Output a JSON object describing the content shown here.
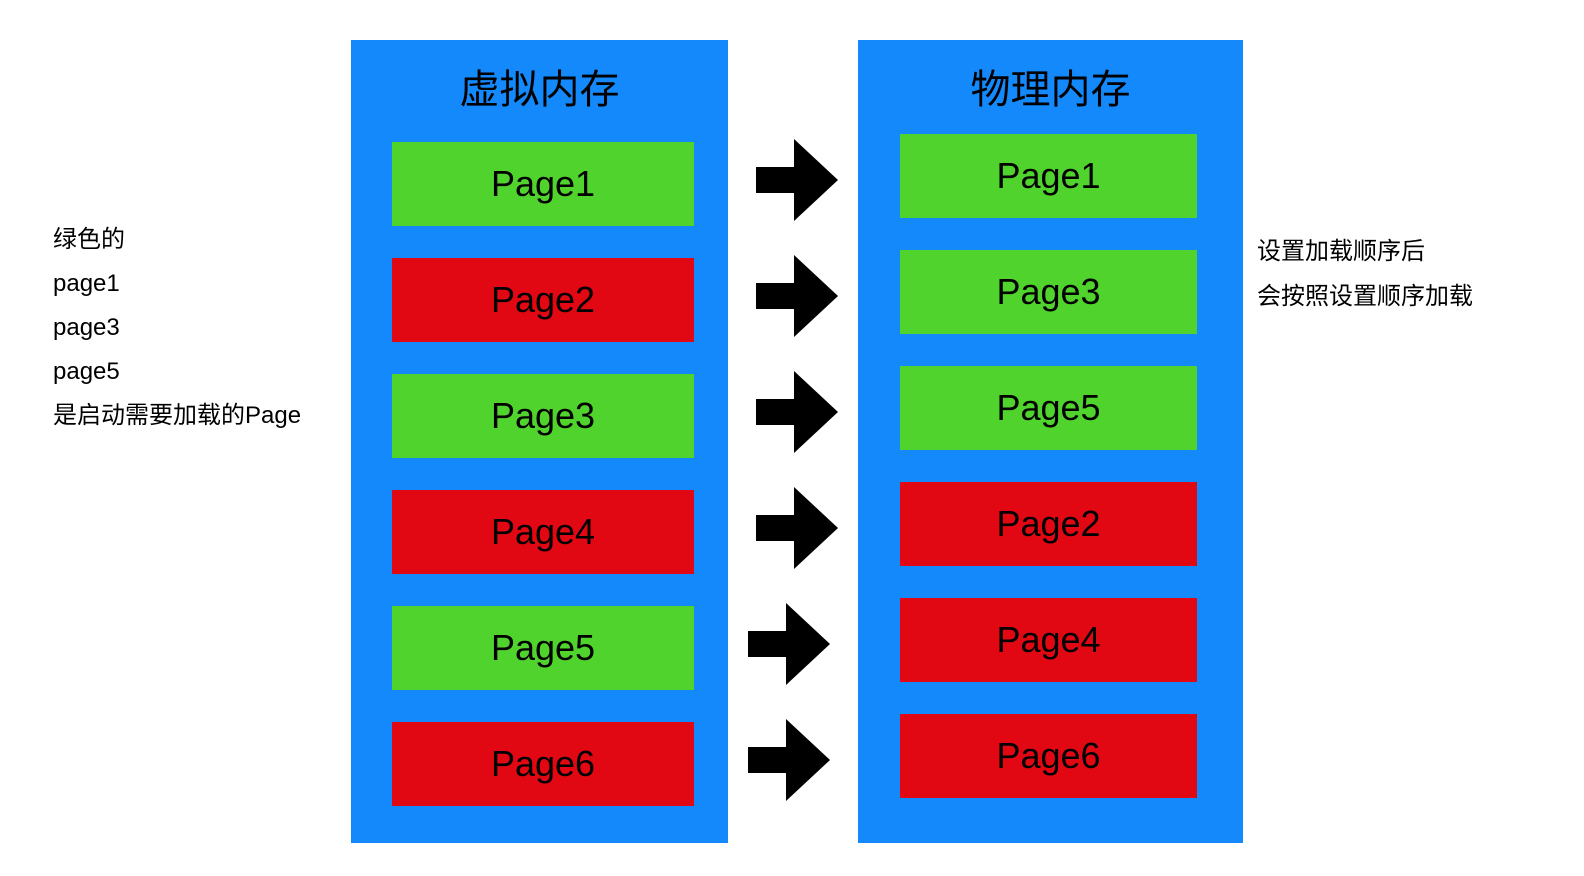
{
  "diagram": {
    "left_column": {
      "title": "虚拟内存",
      "pages": [
        {
          "label": "Page1",
          "color": "green"
        },
        {
          "label": "Page2",
          "color": "red"
        },
        {
          "label": "Page3",
          "color": "green"
        },
        {
          "label": "Page4",
          "color": "red"
        },
        {
          "label": "Page5",
          "color": "green"
        },
        {
          "label": "Page6",
          "color": "red"
        }
      ]
    },
    "right_column": {
      "title": "物理内存",
      "pages": [
        {
          "label": "Page1",
          "color": "green"
        },
        {
          "label": "Page3",
          "color": "green"
        },
        {
          "label": "Page5",
          "color": "green"
        },
        {
          "label": "Page2",
          "color": "red"
        },
        {
          "label": "Page4",
          "color": "red"
        },
        {
          "label": "Page6",
          "color": "red"
        }
      ]
    },
    "left_note_lines": [
      "绿色的",
      "page1",
      "page3",
      "page5",
      "是启动需要加载的Page"
    ],
    "right_note_lines": [
      "设置加载顺序后",
      "会按照设置顺序加载"
    ],
    "arrow_count": 6,
    "colors": {
      "column_background": "#1389FC",
      "loaded_page_green": "#50D32C",
      "not_loaded_page_red": "#E10813",
      "arrow_black": "#000000",
      "text_black": "#000000",
      "page_background_white": "#FFFFFF"
    }
  }
}
